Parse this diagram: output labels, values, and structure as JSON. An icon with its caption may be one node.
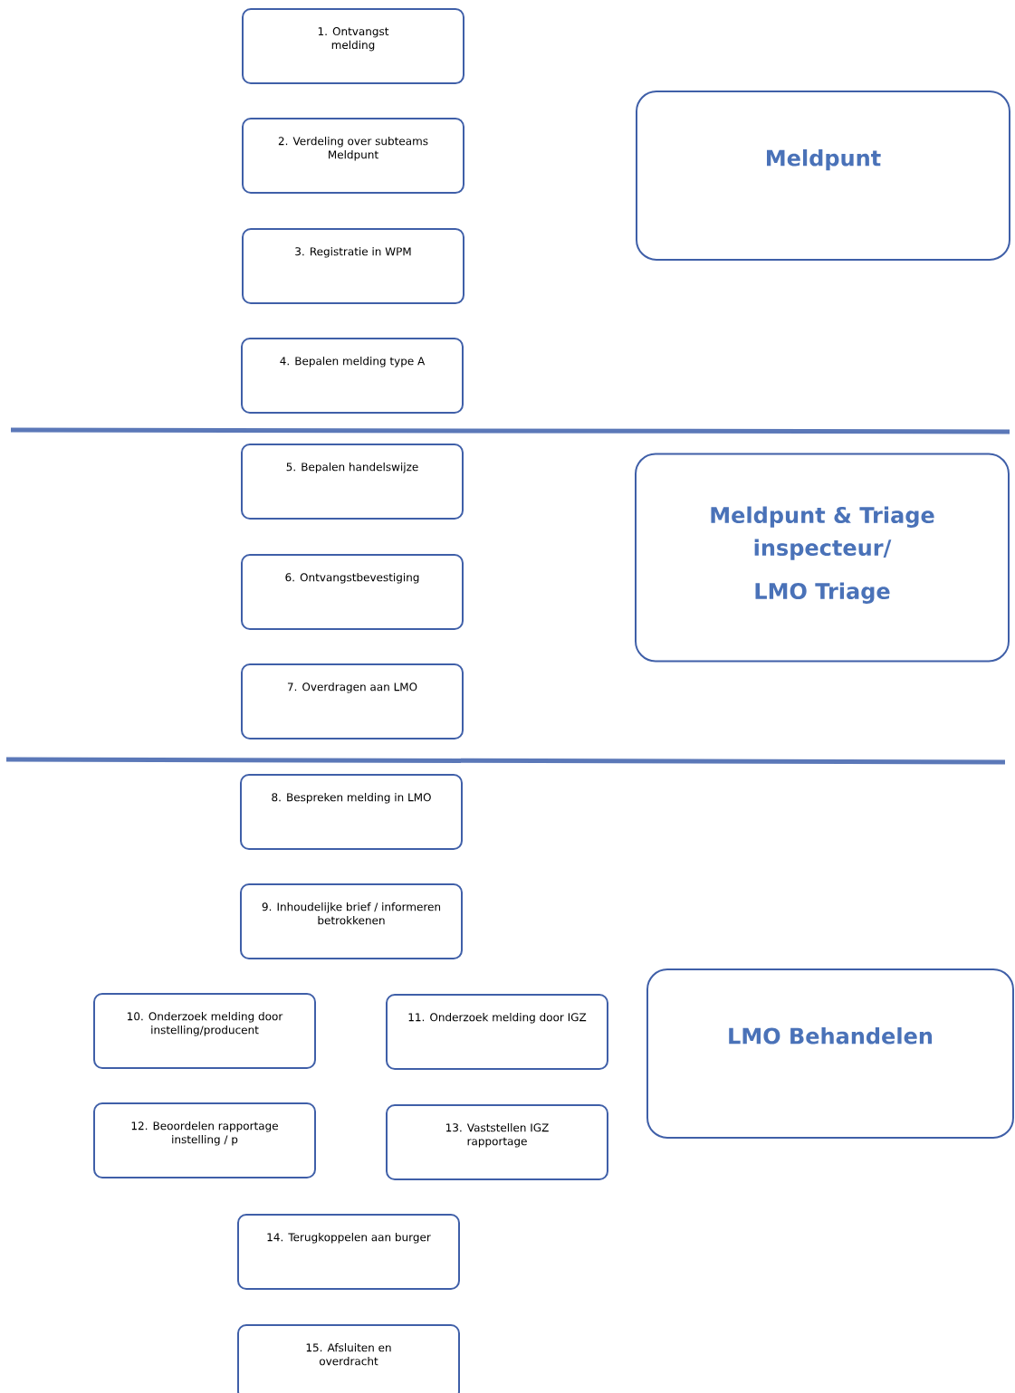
{
  "diagram": {
    "nodes": [
      {
        "text": [
          "1. Ontvangst melding"
        ]
      },
      {
        "text": [
          "2. Verdeling over subteams Meldpunt"
        ]
      },
      {
        "text": [
          "3. Registratie in WPM"
        ]
      },
      {
        "text": [
          "4. Bepalen melding type A"
        ]
      },
      {
        "text": [
          "5. Bepalen handelswijze"
        ]
      },
      {
        "text": [
          "6. Ontvangstbevestiging"
        ]
      },
      {
        "text": [
          "7. Overdragen aan LMO"
        ]
      },
      {
        "text": [
          "8. Bespreken melding in LMO"
        ]
      },
      {
        "text": [
          "9. Inhoudelijke brief / informeren betrokkenen"
        ]
      },
      {
        "text": [
          "10. Onderzoek melding door instelling/producent"
        ]
      },
      {
        "text": [
          "11. Onderzoek melding door IGZ"
        ]
      },
      {
        "text": [
          "12. Beoordelen rapportage instelling / p"
        ]
      },
      {
        "text": [
          "13. Vaststellen IGZ rapportage"
        ]
      },
      {
        "text": [
          "14. Terugkoppelen aan burger"
        ]
      },
      {
        "text": [
          "15. Afsluiten en overdracht"
        ]
      },
      {
        "text": [
          "Meldpunt"
        ]
      },
      {
        "text": [
          "Meldpunt & Triage inspecteur/",
          "LMO Triage"
        ]
      },
      {
        "text": [
          "LMO Behandelen"
        ]
      }
    ]
  }
}
